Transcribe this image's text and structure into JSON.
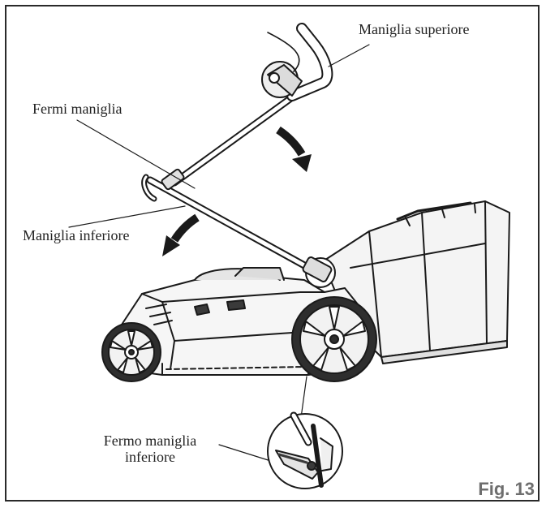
{
  "labels": {
    "upper_handle": "Maniglia superiore",
    "handle_locks": "Fermi maniglia",
    "lower_handle": "Maniglia inferiore",
    "lower_handle_lock_line1": "Fermo maniglia",
    "lower_handle_lock_line2": "inferiore"
  },
  "figure_label": "Fig. 13",
  "colors": {
    "line": "#1a1a1a",
    "fill_light": "#f2f2f2",
    "fill_mid": "#d9d9d9",
    "fill_dark": "#3a3a3a",
    "figure_label": "#6e6e6e"
  }
}
